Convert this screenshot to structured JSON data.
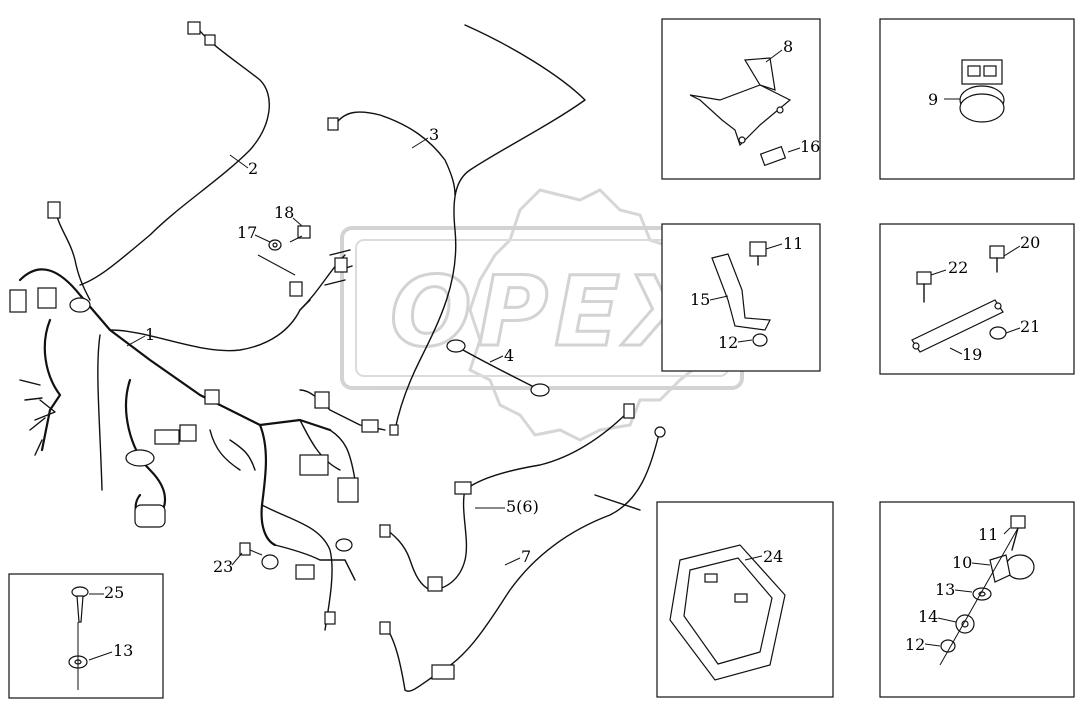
{
  "watermark": {
    "text": "OPEX"
  },
  "callouts": {
    "c1": "1",
    "c2": "2",
    "c3": "3",
    "c4": "4",
    "c5": "5(6)",
    "c7": "7",
    "c17": "17",
    "c18": "18",
    "c23": "23",
    "p8": "8",
    "p16": "16",
    "p9": "9",
    "p11a": "11",
    "p15": "15",
    "p12a": "12",
    "p20": "20",
    "p22": "22",
    "p21": "21",
    "p19": "19",
    "p24": "24",
    "p25": "25",
    "p13a": "13",
    "p11b": "11",
    "p10": "10",
    "p13b": "13",
    "p14": "14",
    "p12b": "12"
  }
}
